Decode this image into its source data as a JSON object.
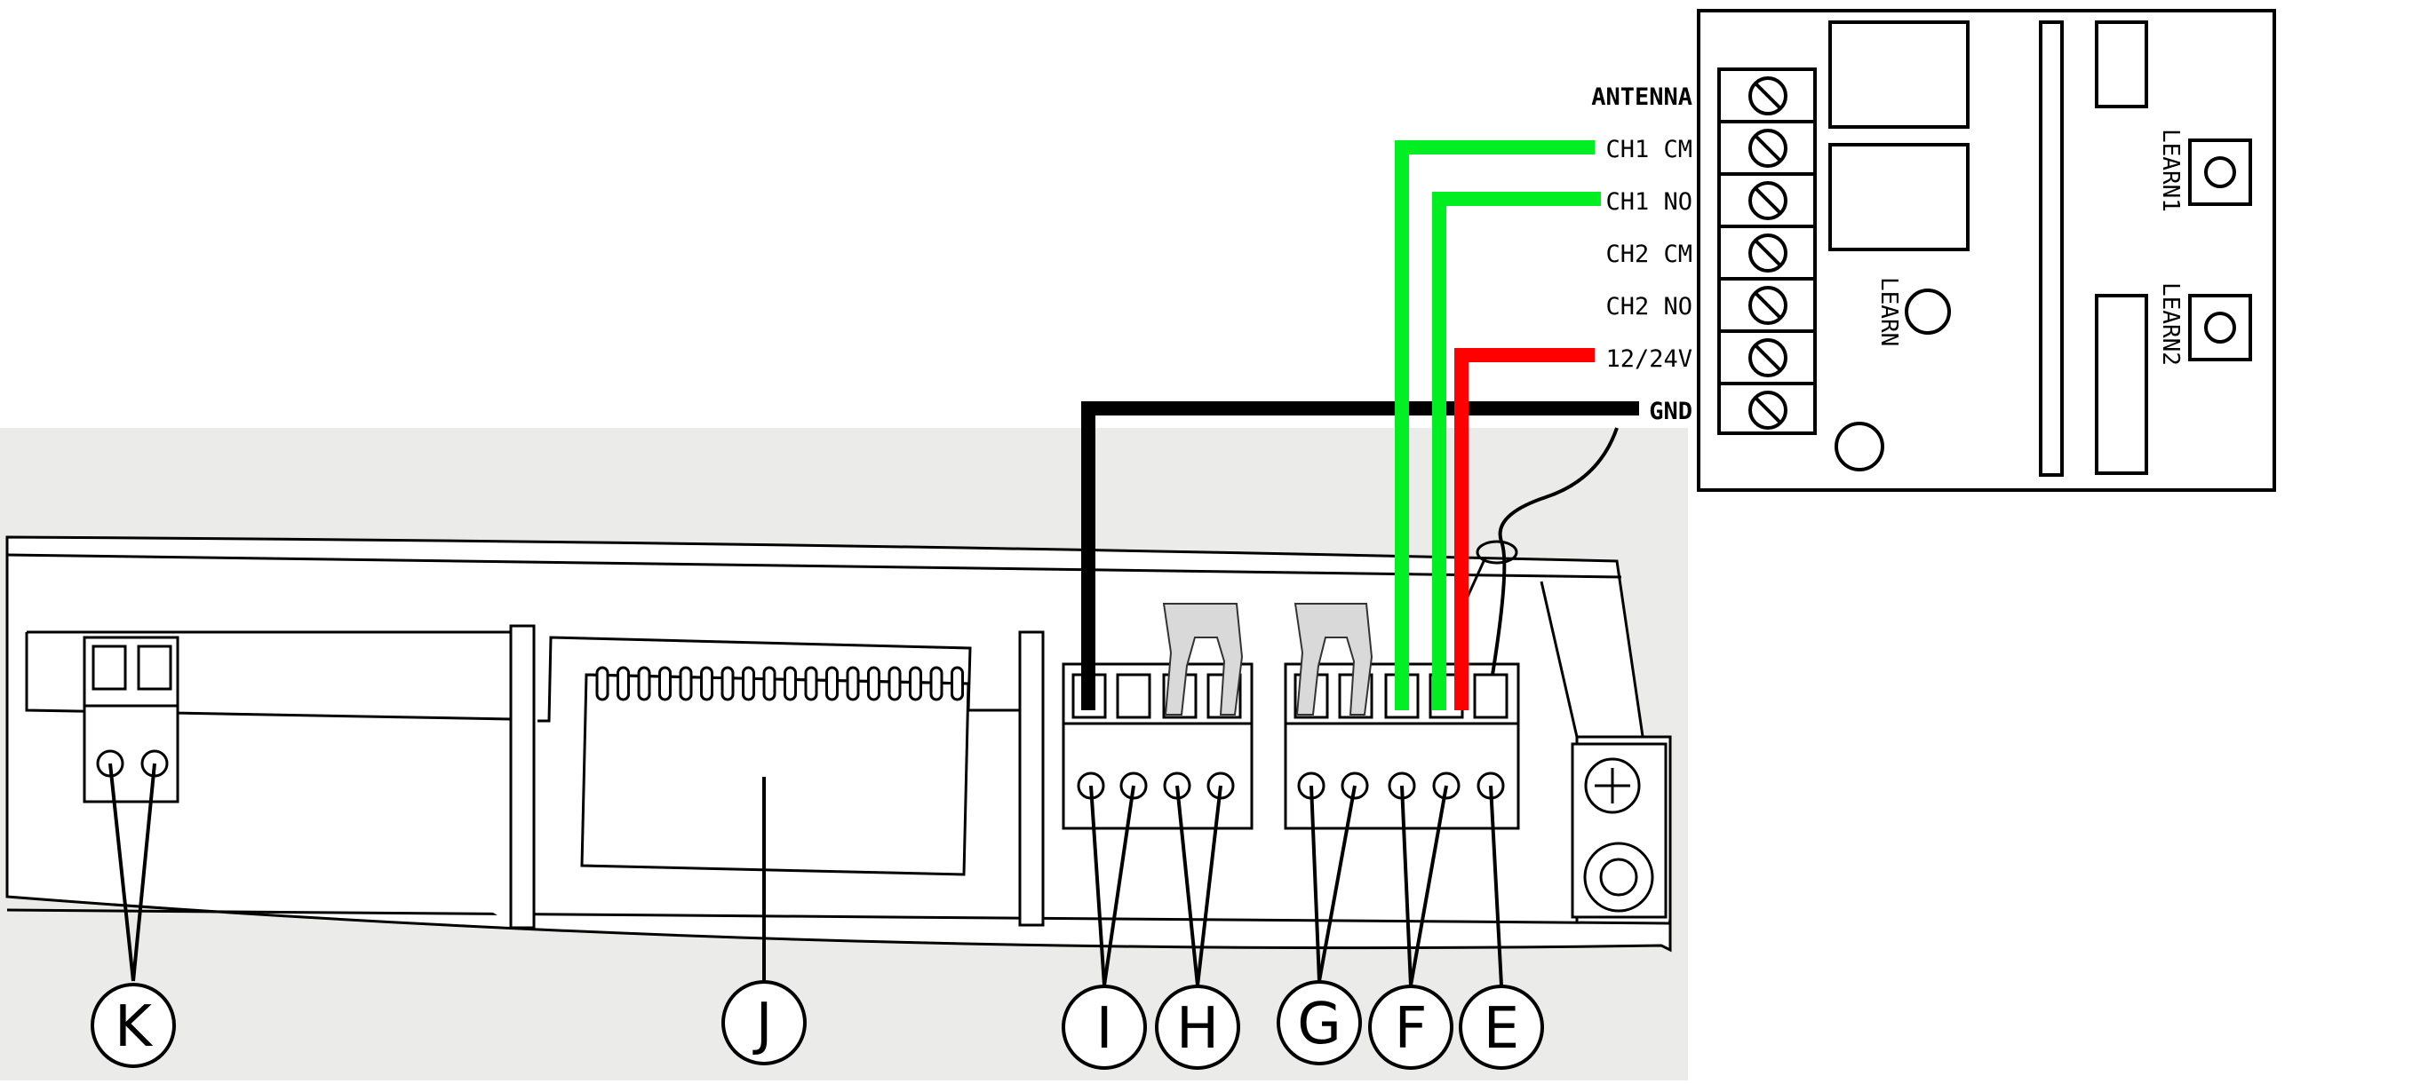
{
  "receiver": {
    "terminal_labels": [
      "ANTENNA",
      "CH1 CM",
      "CH1 NO",
      "CH2 CM",
      "CH2 NO",
      "12/24V",
      "GND"
    ],
    "button_labels": {
      "learn": "LEARN",
      "learn1": "LEARN1",
      "learn2": "LEARN2"
    }
  },
  "callouts": [
    "K",
    "J",
    "I",
    "H",
    "G",
    "F",
    "E"
  ],
  "wire_colors": {
    "ch1_cm": "#00ee22",
    "ch1_no": "#00ee22",
    "power": "#ff0000",
    "ground": "#000000"
  },
  "colors": {
    "panel_background": "#ebecea"
  }
}
